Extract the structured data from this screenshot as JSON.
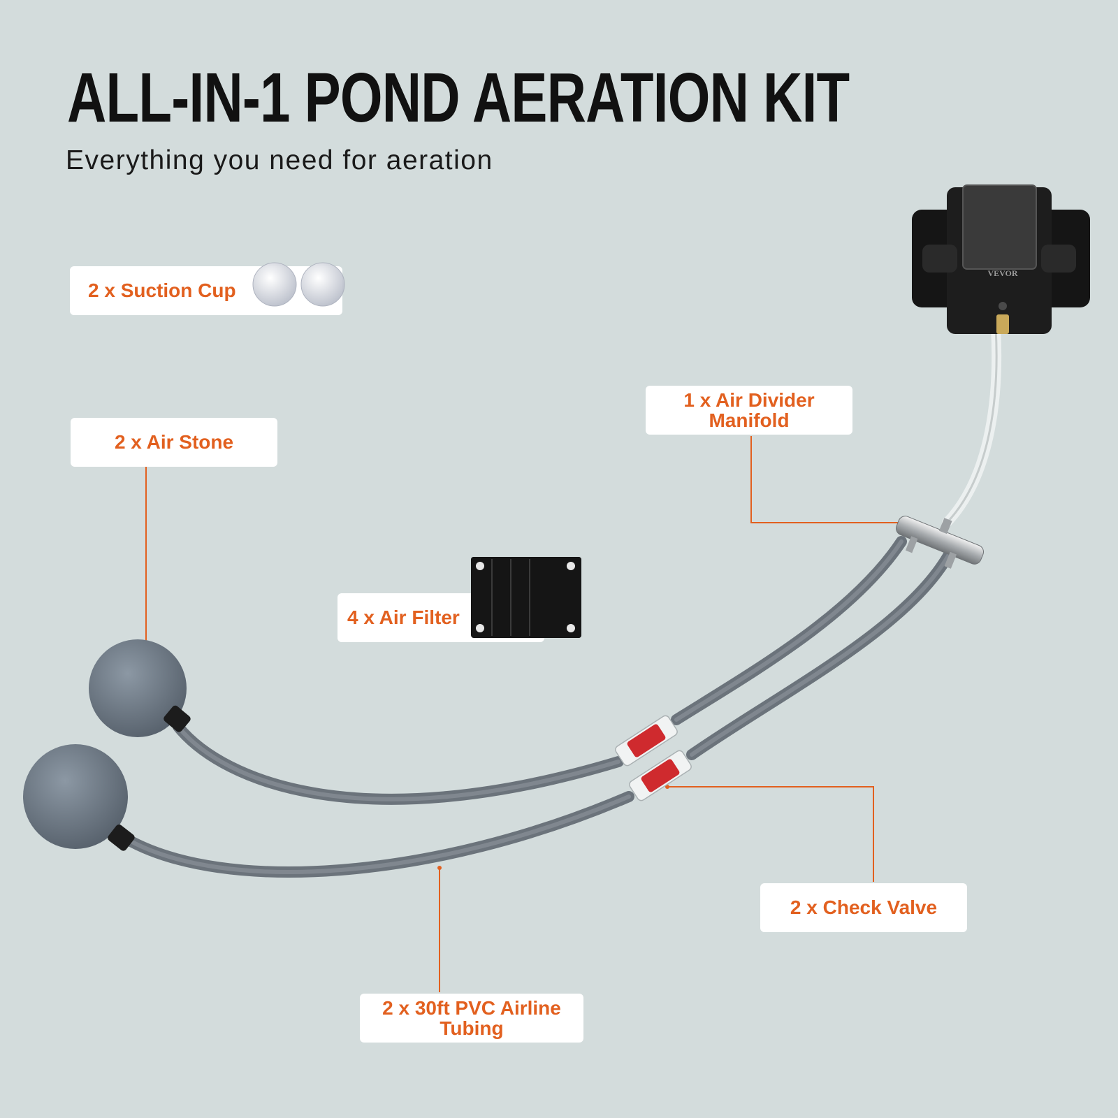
{
  "header": {
    "title": "ALL-IN-1 POND AERATION KIT",
    "subtitle": "Everything you need for aeration"
  },
  "labels": {
    "suction_cup": "2 x Suction Cup",
    "air_stone": "2 x Air Stone",
    "air_filter": "4 x Air Filter",
    "air_divider": "1 x Air Divider Manifold",
    "check_valve": "2 x Check Valve",
    "airline_tubing": "2 x 30ft PVC Airline Tubing"
  },
  "pump": {
    "brand": "VEVOR"
  },
  "colors": {
    "background": "#d3dcdc",
    "label_text": "#e2601f",
    "leader_line": "#e2601f",
    "label_box": "#ffffff"
  }
}
